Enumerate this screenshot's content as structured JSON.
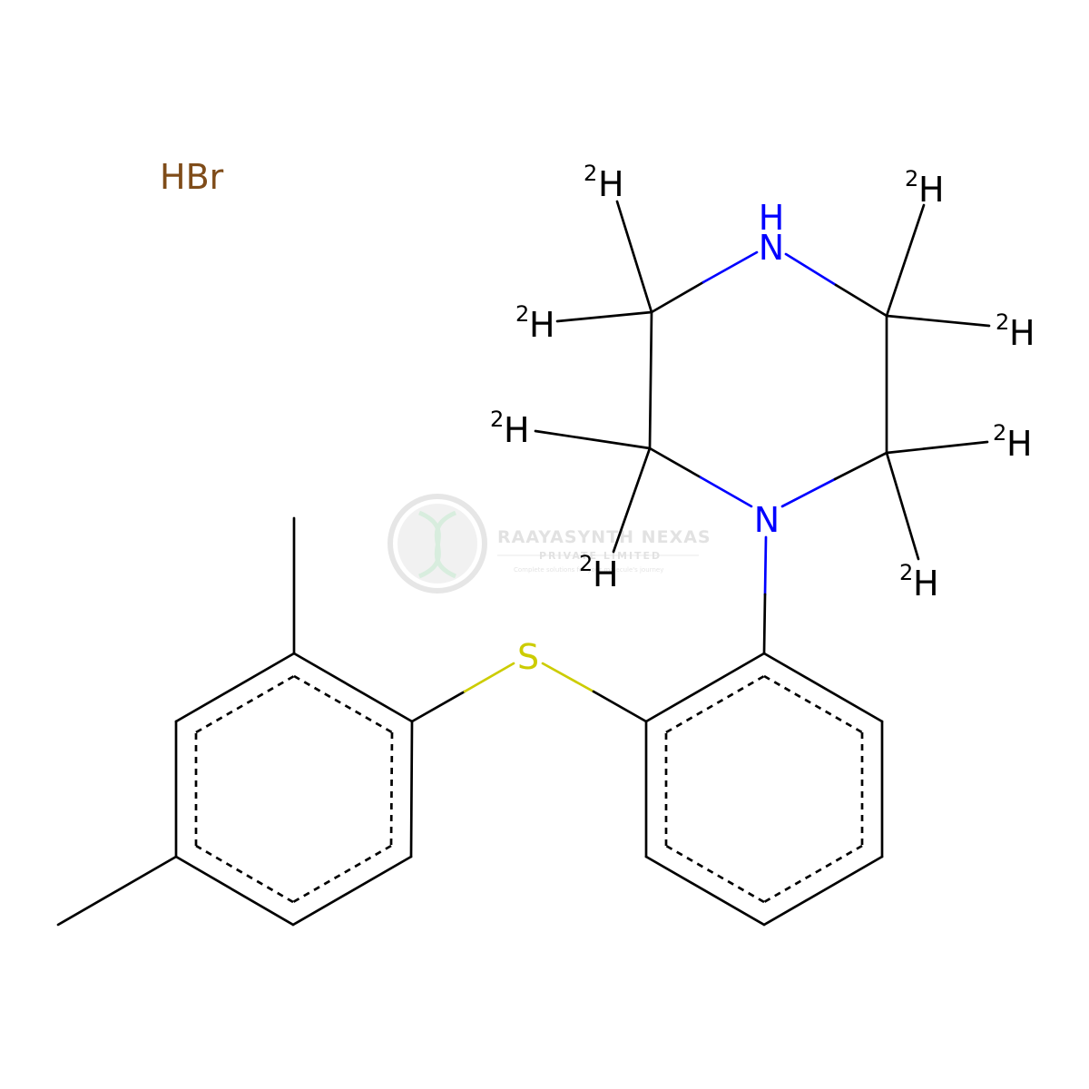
{
  "molecule": {
    "salt_label": "HBr",
    "nitrogen_label": "N",
    "nh_label": "H",
    "sulfur_label": "S",
    "deuterium_label": "H",
    "deuterium_mass": "2",
    "colors": {
      "bond": "#000000",
      "nitrogen": "#0000ff",
      "sulfur": "#cccc00",
      "bromide": "#7f4c19"
    }
  },
  "watermark": {
    "title": "RAAYASYNTH NEXAS",
    "subtitle": "PRIVATE LIMITED",
    "tagline": "Complete solutions for your molecule's journey"
  }
}
